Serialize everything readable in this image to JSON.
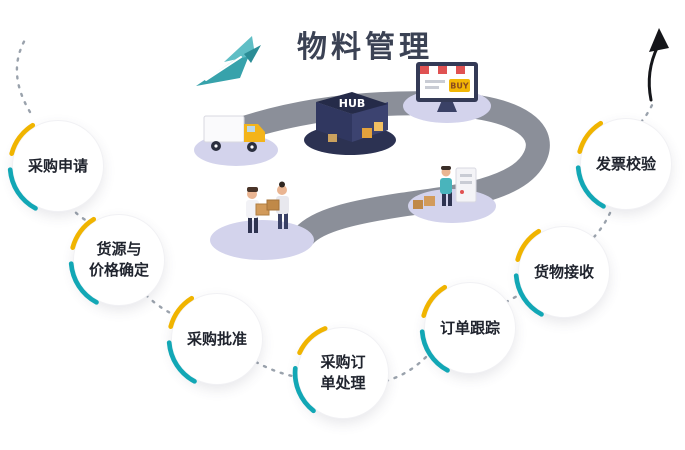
{
  "title": "物料管理",
  "steps": [
    {
      "id": "purchase-request",
      "lines": [
        "采购申请"
      ]
    },
    {
      "id": "source-and-price",
      "lines": [
        "货源与",
        "价格确定"
      ]
    },
    {
      "id": "purchase-approval",
      "lines": [
        "采购批准"
      ]
    },
    {
      "id": "po-processing",
      "lines": [
        "采购订",
        "单处理"
      ]
    },
    {
      "id": "order-tracking",
      "lines": [
        "订单跟踪"
      ]
    },
    {
      "id": "goods-receipt",
      "lines": [
        "货物接收"
      ]
    },
    {
      "id": "invoice-verification",
      "lines": [
        "发票校验"
      ]
    }
  ],
  "illustration": {
    "hub_label": "HUB",
    "buy_label": "BUY",
    "elements": [
      "airplane-icon",
      "delivery-truck-icon",
      "hub-building-icon",
      "buy-screen-icon",
      "workers-carrying-boxes-icon",
      "warehouse-worker-icon",
      "road-path",
      "up-arrow-icon"
    ]
  },
  "colors": {
    "accent_yellow": "#f0b400",
    "accent_teal": "#12a7b5",
    "title_color": "#3b4254",
    "road_gray": "#8b8f99",
    "platform_lavender": "#d3d3ec",
    "hub_navy": "#303760"
  }
}
